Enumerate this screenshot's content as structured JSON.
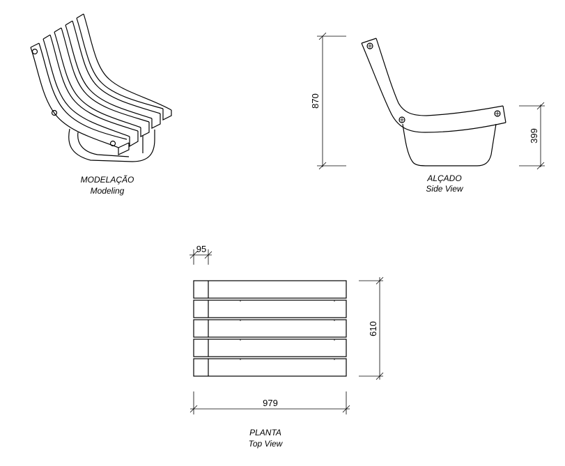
{
  "captions": {
    "modeling": {
      "title": "MODELAÇÃO",
      "subtitle": "Modeling"
    },
    "side": {
      "title": "ALÇADO",
      "subtitle": "Side View"
    },
    "top": {
      "title": "PLANTA",
      "subtitle": "Top View"
    }
  },
  "dimensions": {
    "height_total": "870",
    "seat_height": "399",
    "slat_width": "95",
    "depth": "610",
    "width": "979"
  },
  "colors": {
    "line": "#000000",
    "background": "#ffffff"
  }
}
